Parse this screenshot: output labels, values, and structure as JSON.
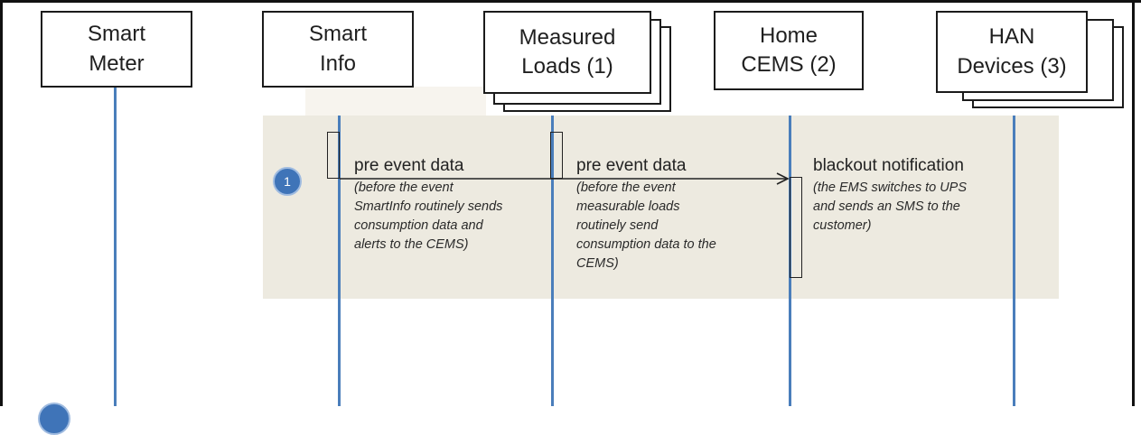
{
  "participants": [
    {
      "id": "smart_meter",
      "label": "Smart\nMeter"
    },
    {
      "id": "smart_info",
      "label": "Smart\nInfo"
    },
    {
      "id": "measured_loads",
      "label": "Measured\nLoads (1)"
    },
    {
      "id": "home_cems",
      "label": "Home\nCEMS (2)"
    },
    {
      "id": "han_devices",
      "label": "HAN\nDevices (3)"
    }
  ],
  "step": {
    "number": "1"
  },
  "messages": [
    {
      "title": "pre event data",
      "note": "(before the event\nSmartInfo routinely sends\nconsumption data and\nalerts to the CEMS)"
    },
    {
      "title": "pre event data",
      "note": "(before the event\nmeasurable loads\nroutinely send\nconsumption data to the\nCEMS)"
    },
    {
      "title": "blackout notification",
      "note": "(the EMS switches to UPS\nand sends an SMS to the\ncustomer)"
    }
  ],
  "colors": {
    "lifeline": "#4a7ebb",
    "band": "#edeae0",
    "badge": "#3f74b8"
  }
}
